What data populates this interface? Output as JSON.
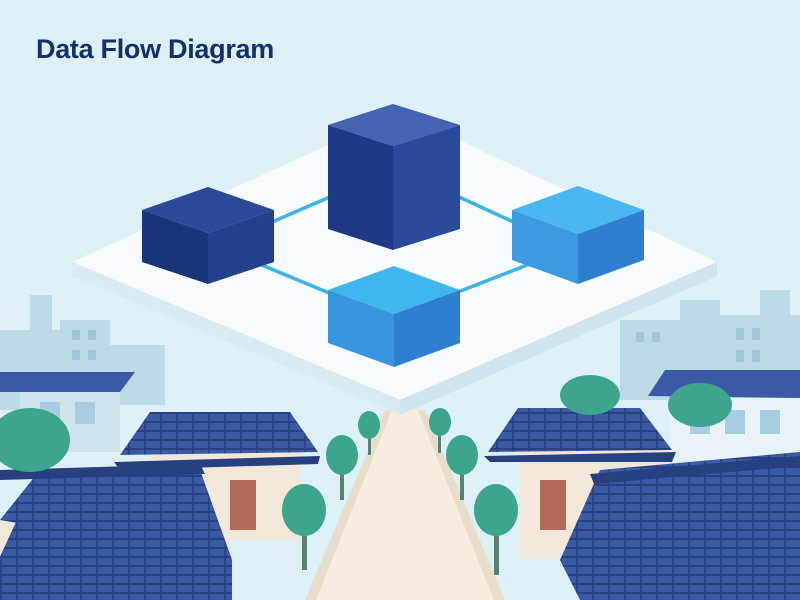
{
  "title": "Data Flow Diagram",
  "colors": {
    "sky": "#dcf0f5",
    "platform": "#f7fbfd",
    "connector": "#3ab4e4",
    "roof": "#3b5aa6",
    "tree": "#3da58c",
    "road": "#f6ecdf",
    "title": "#13306b"
  },
  "nodes": [
    {
      "id": "node-top",
      "shade": "navy"
    },
    {
      "id": "node-left",
      "shade": "darknavy"
    },
    {
      "id": "node-right",
      "shade": "sky"
    },
    {
      "id": "node-bottom",
      "shade": "sky"
    }
  ],
  "connections": [
    {
      "from": "node-left",
      "to": "node-top"
    },
    {
      "from": "node-top",
      "to": "node-right"
    },
    {
      "from": "node-left",
      "to": "node-bottom"
    },
    {
      "from": "node-bottom",
      "to": "node-right"
    }
  ]
}
